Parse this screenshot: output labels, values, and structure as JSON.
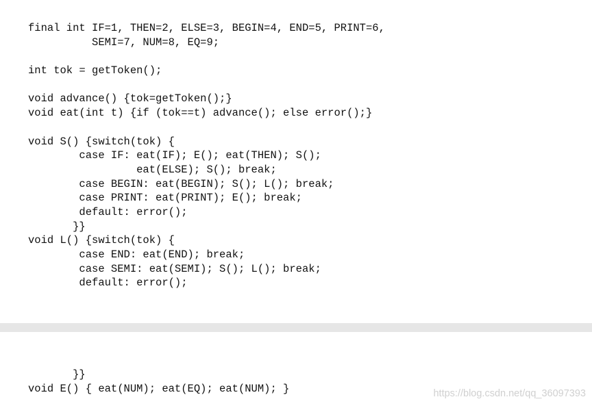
{
  "code_top": [
    "final int IF=1, THEN=2, ELSE=3, BEGIN=4, END=5, PRINT=6,",
    "          SEMI=7, NUM=8, EQ=9;",
    "",
    "int tok = getToken();",
    "",
    "void advance() {tok=getToken();}",
    "void eat(int t) {if (tok==t) advance(); else error();}",
    "",
    "void S() {switch(tok) {",
    "        case IF: eat(IF); E(); eat(THEN); S();",
    "                 eat(ELSE); S(); break;",
    "        case BEGIN: eat(BEGIN); S(); L(); break;",
    "        case PRINT: eat(PRINT); E(); break;",
    "        default: error();",
    "       }}",
    "void L() {switch(tok) {",
    "        case END: eat(END); break;",
    "        case SEMI: eat(SEMI); S(); L(); break;",
    "        default: error();"
  ],
  "code_bottom": [
    "       }}",
    "void E() { eat(NUM); eat(EQ); eat(NUM); }"
  ],
  "watermark": "https://blog.csdn.net/qq_36097393"
}
